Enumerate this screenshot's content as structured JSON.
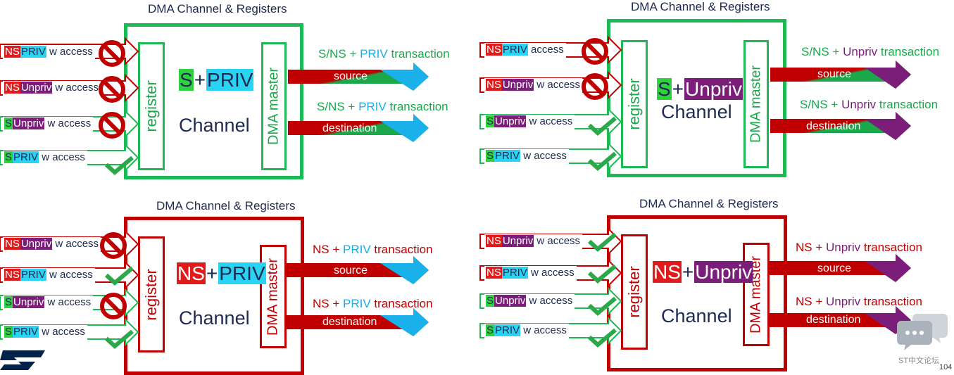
{
  "colors": {
    "secure_green": "#1aa84a",
    "nonsecure_red": "#c00000",
    "priv_cyan": "#29d3f2",
    "unpriv_purple": "#7b1e7a",
    "text_navy": "#1e2a50"
  },
  "panels": [
    {
      "title": "DMA Channel & Registers",
      "theme": "green",
      "register_label": "register",
      "dma_label": "DMA master",
      "channel_type": {
        "sec": "S",
        "plus": "+",
        "priv": "PRIV"
      },
      "channel_label": "Channel",
      "transactions": [
        {
          "sec": "S/NS",
          "plus": " + ",
          "priv": "PRIV",
          "rest": " transaction",
          "flow": "source",
          "end_color": "cyan"
        },
        {
          "sec": "S/NS",
          "plus": " + ",
          "priv": "PRIV",
          "rest": " transaction",
          "flow": "destination",
          "end_color": "cyan"
        }
      ],
      "accesses": [
        {
          "sec": "NS",
          "priv": "PRIV",
          "rest": " w access",
          "status": "denied"
        },
        {
          "sec": "NS",
          "priv": "Unpriv",
          "rest": " w access",
          "status": "denied"
        },
        {
          "sec": "S",
          "priv": "Unpriv",
          "rest": " w access",
          "status": "denied"
        },
        {
          "sec": "S",
          "priv": "PRIV",
          "rest": " w access",
          "status": "allowed"
        }
      ]
    },
    {
      "title": "DMA Channel & Registers",
      "theme": "green",
      "register_label": "register",
      "dma_label": "DMA master",
      "channel_type": {
        "sec": "S",
        "plus": "+",
        "priv": "Unpriv"
      },
      "channel_label": "Channel",
      "transactions": [
        {
          "sec": "S/NS",
          "plus": " + ",
          "priv": "Unpriv",
          "rest": " transaction",
          "flow": "source",
          "end_color": "purple"
        },
        {
          "sec": "S/NS",
          "plus": " + ",
          "priv": "Unpriv",
          "rest": " transaction",
          "flow": "destination",
          "end_color": "purple"
        }
      ],
      "accesses": [
        {
          "sec": "NS",
          "priv": "PRIV",
          "rest": " access",
          "status": "denied"
        },
        {
          "sec": "NS",
          "priv": "Unpriv",
          "rest": " w access",
          "status": "denied"
        },
        {
          "sec": "S",
          "priv": "Unpriv",
          "rest": " w access",
          "status": "allowed"
        },
        {
          "sec": "S",
          "priv": "PRIV",
          "rest": " w access",
          "status": "allowed"
        }
      ]
    },
    {
      "title": "DMA Channel & Registers",
      "theme": "red",
      "register_label": "register",
      "dma_label": "DMA master",
      "channel_type": {
        "sec": "NS",
        "plus": "+",
        "priv": "PRIV"
      },
      "channel_label": "Channel",
      "transactions": [
        {
          "sec": "NS",
          "plus": " + ",
          "priv": "PRIV",
          "rest": " transaction",
          "flow": "source",
          "end_color": "cyan"
        },
        {
          "sec": "NS",
          "plus": " + ",
          "priv": "PRIV",
          "rest": " transaction",
          "flow": "destination",
          "end_color": "cyan"
        }
      ],
      "accesses": [
        {
          "sec": "NS",
          "priv": "Unpriv",
          "rest": " w access",
          "status": "denied"
        },
        {
          "sec": "NS",
          "priv": "PRIV",
          "rest": " w access",
          "status": "allowed"
        },
        {
          "sec": "S",
          "priv": "Unpriv",
          "rest": " w access",
          "status": "denied"
        },
        {
          "sec": "S",
          "priv": "PRIV",
          "rest": " w access",
          "status": "allowed"
        }
      ]
    },
    {
      "title": "DMA Channel & Registers",
      "theme": "red",
      "register_label": "register",
      "dma_label": "DMA master",
      "channel_type": {
        "sec": "NS",
        "plus": "+",
        "priv": "Unpriv"
      },
      "channel_label": "Channel",
      "transactions": [
        {
          "sec": "NS",
          "plus": " + ",
          "priv": "Unpriv",
          "rest": " transaction",
          "flow": "source",
          "end_color": "purple"
        },
        {
          "sec": "NS",
          "plus": " + ",
          "priv": "Unpriv",
          "rest": " transaction",
          "flow": "destination",
          "end_color": "purple"
        }
      ],
      "accesses": [
        {
          "sec": "NS",
          "priv": "Unpriv",
          "rest": " w access",
          "status": "allowed"
        },
        {
          "sec": "NS",
          "priv": "PRIV",
          "rest": " w access",
          "status": "allowed"
        },
        {
          "sec": "S",
          "priv": "Unpriv",
          "rest": " w access",
          "status": "allowed"
        },
        {
          "sec": "S",
          "priv": "PRIV",
          "rest": " w access",
          "status": "allowed"
        }
      ]
    }
  ],
  "icons": {
    "denied": "prohibited-icon",
    "allowed": "checkmark-icon",
    "logo": "st-logo",
    "chat": "chat-bubbles-icon"
  },
  "watermark": "ST中文论坛",
  "page_number": "104"
}
